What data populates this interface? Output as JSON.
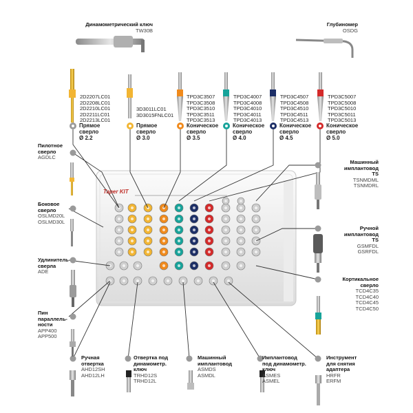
{
  "colors": {
    "yellow": "#f2b533",
    "orange": "#f08a1c",
    "teal": "#17a39a",
    "navy": "#1c2e66",
    "red": "#d42a2a",
    "gray": "#9a9a9a",
    "line": "#333333"
  },
  "top_items": {
    "torque_wrench": {
      "title": "Динамометрический ключ",
      "code": "TW30B"
    },
    "depth_gauge": {
      "title": "Глубиномер",
      "code": "OSDG"
    }
  },
  "drills": [
    {
      "codes": [
        "2D2207LC01",
        "2D2208LC01",
        "2D2210LC01",
        "2D2211LC01",
        "2D2213LC01"
      ],
      "title_lines": [
        "Прямое",
        "сверло"
      ],
      "size": "Ø 2.2",
      "color": "yellow"
    },
    {
      "codes": [
        "3D3011LC01",
        "3D3015FNLC01"
      ],
      "title_lines": [
        "Прямое",
        "сверло"
      ],
      "size": "Ø 3.0",
      "color": "yellow"
    },
    {
      "codes": [
        "TPD3C3507",
        "TPD3C3508",
        "TPD3C3510",
        "TPD3C3511",
        "TPD3C3513"
      ],
      "title_lines": [
        "Коническое",
        "сверло"
      ],
      "size": "Ø 3.5",
      "color": "orange"
    },
    {
      "codes": [
        "TPD3C4007",
        "TPD3C4008",
        "TPD3C4010",
        "TPD3C4011",
        "TPD3C4013"
      ],
      "title_lines": [
        "Коническое",
        "сверло"
      ],
      "size": "Ø 4.0",
      "color": "teal"
    },
    {
      "codes": [
        "TPD3C4507",
        "TPD3C4508",
        "TPD3C4510",
        "TPD3C4511",
        "TPD3C4513"
      ],
      "title_lines": [
        "Коническое",
        "сверло"
      ],
      "size": "Ø 4.5",
      "color": "navy"
    },
    {
      "codes": [
        "TPD3C5007",
        "TPD3C5008",
        "TPD3C5010",
        "TPD3C5011",
        "TPD3C5013"
      ],
      "title_lines": [
        "Коническое",
        "сверло"
      ],
      "size": "Ø 5.0",
      "color": "red"
    }
  ],
  "left_items": [
    {
      "title_lines": [
        "Пилотное",
        "сверло"
      ],
      "codes": [
        "AGDLC"
      ]
    },
    {
      "title_lines": [
        "Боковое",
        "сверло"
      ],
      "codes": [
        "OSLMD20L",
        "OSLMD30L"
      ]
    },
    {
      "title_lines": [
        "Удлинитель",
        "сверла"
      ],
      "codes": [
        "ADE"
      ]
    },
    {
      "title_lines": [
        "Пин",
        "параллель-",
        "ности"
      ],
      "codes": [
        "APP400",
        "APP500"
      ]
    }
  ],
  "right_items": [
    {
      "title_lines": [
        "Машинный",
        "имплантовод",
        "TS"
      ],
      "codes": [
        "TSNMDML",
        "TSNMDRL"
      ]
    },
    {
      "title_lines": [
        "Ручной",
        "имплантовод",
        "TS"
      ],
      "codes": [
        "GSMFDL",
        "GSRFDL"
      ]
    },
    {
      "title_lines": [
        "Кортикальное",
        "сверло"
      ],
      "codes": [
        "TCD4C35",
        "TCD4C40",
        "TCD4C45",
        "TCD4C50"
      ]
    }
  ],
  "bottom_items": [
    {
      "title_lines": [
        "Ручная",
        "отвертка"
      ],
      "codes": [
        "AHD12SH",
        "AHD12LH"
      ]
    },
    {
      "title_lines": [
        "Отвертка под",
        "динамометр.",
        "ключ"
      ],
      "codes": [
        "TRHD12S",
        "TRHD12L"
      ]
    },
    {
      "title_lines": [
        "Машинный",
        "имплантовод"
      ],
      "codes": [
        "ASMDS",
        "ASMDL"
      ]
    },
    {
      "title_lines": [
        "Имплантовод",
        "под динамометр.",
        "ключ"
      ],
      "codes": [
        "ASMES",
        "ASMEL"
      ]
    },
    {
      "title_lines": [
        "Инструмент",
        "для снятия",
        "адаптера"
      ],
      "codes": [
        "HRFR",
        "ERFM"
      ]
    }
  ],
  "kit": {
    "brand": "Taper KIT"
  }
}
